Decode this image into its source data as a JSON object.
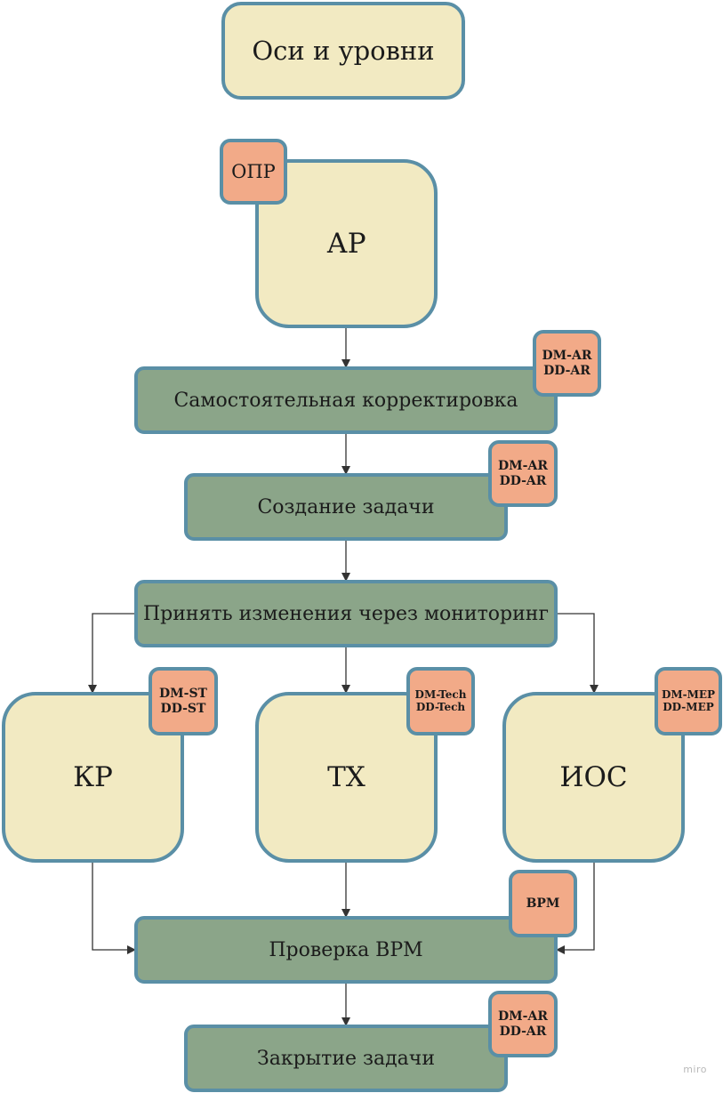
{
  "title_box": {
    "label": "Оси и уровни"
  },
  "ar_box": {
    "label": "АР",
    "badge": "ОПР"
  },
  "self_correction": {
    "label": "Самостоятельная корректировка",
    "badge_line1": "DM-AR",
    "badge_line2": "DD-AR"
  },
  "create_task": {
    "label": "Создание задачи",
    "badge_line1": "DM-AR",
    "badge_line2": "DD-AR"
  },
  "accept_changes": {
    "label": "Принять изменения через мониторинг"
  },
  "kr_box": {
    "label": "КР",
    "badge_line1": "DM-ST",
    "badge_line2": "DD-ST"
  },
  "tx_box": {
    "label": "ТХ",
    "badge_line1": "DM-Tech",
    "badge_line2": "DD-Tech"
  },
  "ios_box": {
    "label": "ИОС",
    "badge_line1": "DM-MEP",
    "badge_line2": "DD-MEP"
  },
  "bpm_check": {
    "label": "Проверка BPM",
    "badge": "BPM"
  },
  "close_task": {
    "label": "Закрытие задачи",
    "badge_line1": "DM-AR",
    "badge_line2": "DD-AR"
  },
  "watermark": "miro",
  "colors": {
    "cream": "#f2eac2",
    "green": "#8ba589",
    "badge": "#f2aa88",
    "border": "#5a8fa6",
    "arrow": "#333333"
  }
}
